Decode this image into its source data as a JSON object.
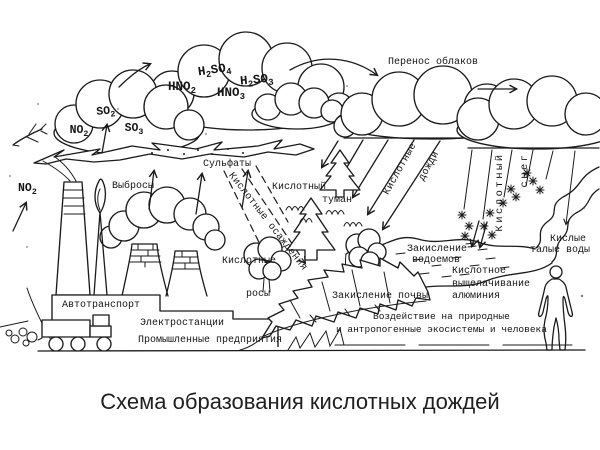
{
  "caption": "Схема образования кислотных дождей",
  "colors": {
    "ink": "#1b1b1b",
    "background": "#ffffff"
  },
  "clouds": {
    "formula_cloud": {
      "f1": "H2SO4",
      "f2": "HNO2",
      "f3": "H2SO3",
      "f4": "HNO3"
    },
    "emission_cloud": {
      "f1": "SO2",
      "f2": "NO2",
      "f3": "SO3"
    }
  },
  "gases": {
    "aircraft_no2": "NO2"
  },
  "labels": {
    "cloud_transport": "Перенос облаков",
    "emissions": "Выбросы",
    "sulfates": "Сульфаты",
    "acid_deposition": "Кислотные осаждения",
    "acid_fog_1": "Кислотный",
    "acid_fog_2": "туман",
    "acid_rain_1": "Кислотные",
    "acid_rain_2": "дожди",
    "acid_snow_1": "Кислотный",
    "acid_snow_2": "снег",
    "acid_dew_1": "Кислотные",
    "acid_dew_2": "росы",
    "water_acid_1": "Закисление",
    "water_acid_2": "водоемов",
    "melt_1": "Кислые",
    "melt_2": "талые воды",
    "alum_1": "Кислотное",
    "alum_2": "выщелачивание",
    "alum_3": "алюминия",
    "soil": "Закисление почвы",
    "impact_1": "Воздействие на природные",
    "impact_2": "и антропогенные экосистемы и человека",
    "motor_transport": "Автотранспорт",
    "power_plants": "Электростанции",
    "industrial": "Промышленные предприятия"
  }
}
